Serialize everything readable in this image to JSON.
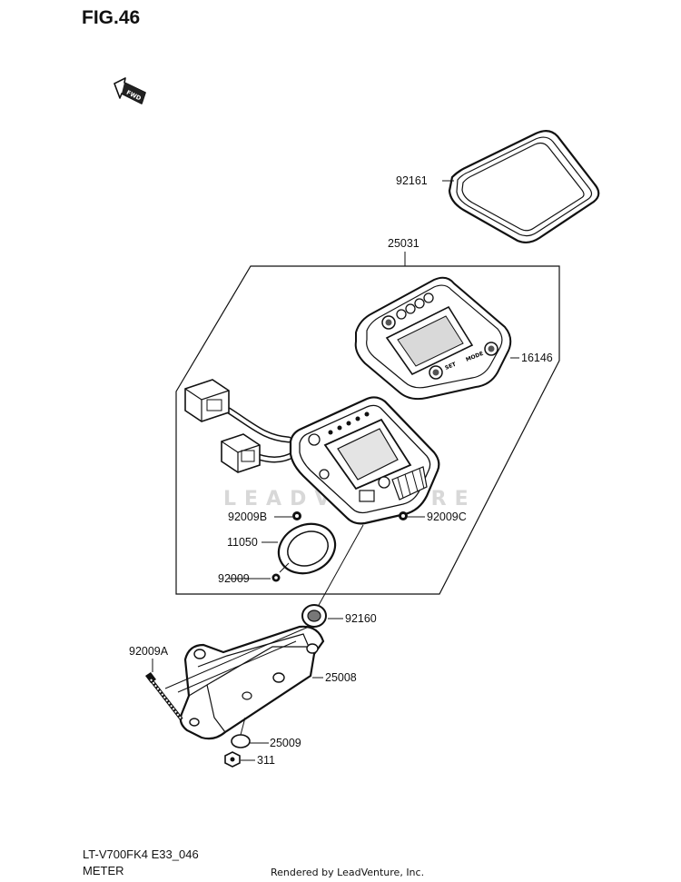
{
  "figure": {
    "title": "FIG.46",
    "fwd_label": "FWD",
    "watermark": "LEADVENTURE"
  },
  "parts": [
    {
      "id": "p92161",
      "number": "92161"
    },
    {
      "id": "p25031",
      "number": "25031"
    },
    {
      "id": "p16146",
      "number": "16146"
    },
    {
      "id": "p92009B",
      "number": "92009B"
    },
    {
      "id": "p92009C",
      "number": "92009C"
    },
    {
      "id": "p11050",
      "number": "11050"
    },
    {
      "id": "p92009",
      "number": "92009"
    },
    {
      "id": "p92160",
      "number": "92160"
    },
    {
      "id": "p92009A",
      "number": "92009A"
    },
    {
      "id": "p25008",
      "number": "25008"
    },
    {
      "id": "p25009",
      "number": "25009"
    },
    {
      "id": "p311",
      "number": "311"
    }
  ],
  "display_text": {
    "mode_button": "MODE",
    "set_button": "SET"
  },
  "footer": {
    "model_code": "LT-V700FK4 E33_046",
    "section_name": "METER",
    "rendered_by": "Rendered by LeadVenture, Inc."
  }
}
